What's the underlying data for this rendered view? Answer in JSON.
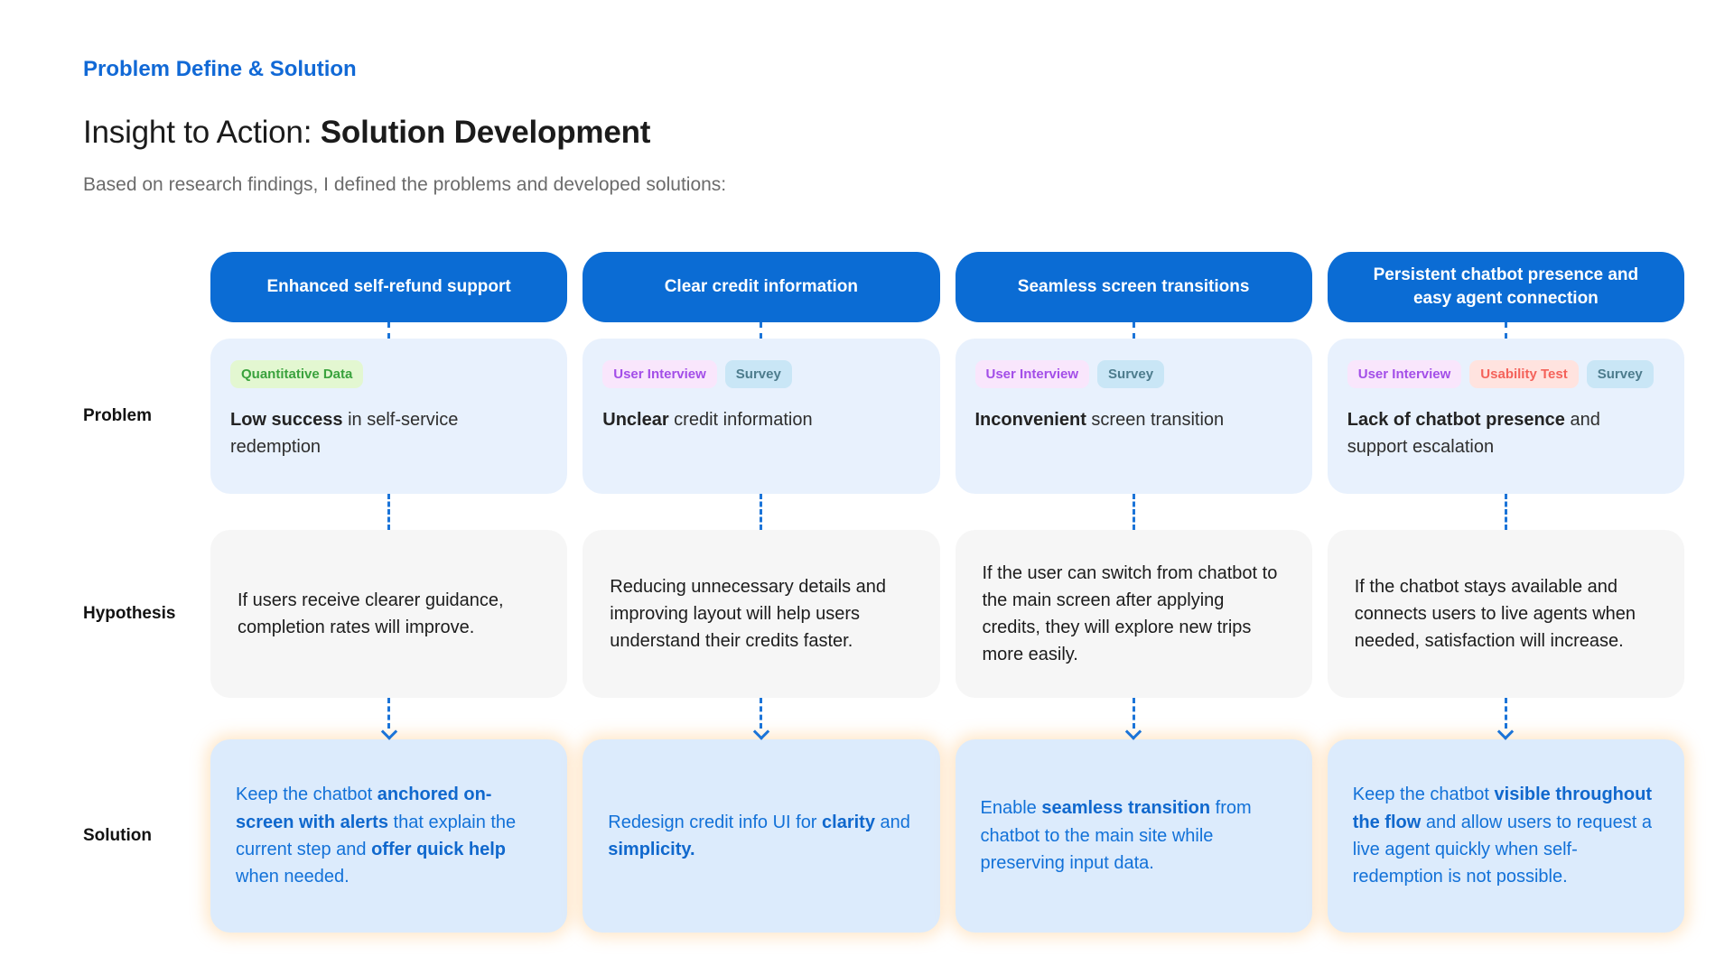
{
  "page": {
    "eyebrow": "Problem Define & Solution",
    "title_regular": "Insight to Action: ",
    "title_bold": "Solution Development",
    "subtitle": "Based on research findings, I defined the problems and developed solutions:"
  },
  "row_labels": {
    "problem": "Problem",
    "hypothesis": "Hypothesis",
    "solution": "Solution"
  },
  "theme": {
    "header_pill_blue": "#0b6cd4",
    "eyebrow_blue": "#1169d6",
    "problem_card_bg": "#e8f1fd",
    "hypothesis_card_bg": "#f6f6f6",
    "solution_card_bg": "#dcebfc",
    "solution_glow": "#ffc47d",
    "solution_text_blue": "#1271d8",
    "connector_blue": "#1b74d8",
    "badge_green": {
      "text": "#3aa23d",
      "bg": "#e3f7d1"
    },
    "badge_purple": {
      "text": "#a34ee8",
      "bg": "#f9e6fc"
    },
    "badge_blue": {
      "text": "#4d7c8d",
      "bg": "#c9e6f6"
    },
    "badge_red": {
      "text": "#f4625a",
      "bg": "#ffe3df"
    }
  },
  "columns": [
    {
      "header": "Enhanced self-refund support",
      "badges": [
        {
          "label": "Quantitative Data",
          "color": "green"
        }
      ],
      "problem": [
        {
          "t": "Low success",
          "b": true
        },
        {
          "t": " in self-service redemption",
          "b": false
        }
      ],
      "hypothesis": "If users receive clearer guidance, completion rates will improve.",
      "solution": [
        {
          "t": "Keep the chatbot ",
          "b": false
        },
        {
          "t": "anchored on-screen with alerts",
          "b": true
        },
        {
          "t": " that explain the current step and ",
          "b": false
        },
        {
          "t": "offer quick help",
          "b": true
        },
        {
          "t": " when needed.",
          "b": false
        }
      ]
    },
    {
      "header": "Clear credit information",
      "badges": [
        {
          "label": "User Interview",
          "color": "purple"
        },
        {
          "label": "Survey",
          "color": "blue"
        }
      ],
      "problem": [
        {
          "t": "Unclear",
          "b": true
        },
        {
          "t": " credit information",
          "b": false
        }
      ],
      "hypothesis": "Reducing unnecessary details and improving layout will help users understand their credits faster.",
      "solution": [
        {
          "t": "Redesign credit info UI for ",
          "b": false
        },
        {
          "t": "clarity",
          "b": true
        },
        {
          "t": " and ",
          "b": false
        },
        {
          "t": "simplicity.",
          "b": true
        }
      ]
    },
    {
      "header": "Seamless screen transitions",
      "badges": [
        {
          "label": "User Interview",
          "color": "purple"
        },
        {
          "label": "Survey",
          "color": "blue"
        }
      ],
      "problem": [
        {
          "t": "Inconvenient",
          "b": true
        },
        {
          "t": " screen transition",
          "b": false
        }
      ],
      "hypothesis": "If the user can switch from chatbot to the main screen after applying credits, they will explore new trips more easily.",
      "solution": [
        {
          "t": "Enable ",
          "b": false
        },
        {
          "t": "seamless transition",
          "b": true
        },
        {
          "t": " from chatbot to the main site while preserving input data.",
          "b": false
        }
      ]
    },
    {
      "header": "Persistent chatbot presence and easy agent connection",
      "badges": [
        {
          "label": "User Interview",
          "color": "purple"
        },
        {
          "label": "Usability Test",
          "color": "red"
        },
        {
          "label": "Survey",
          "color": "blue"
        }
      ],
      "problem": [
        {
          "t": "Lack of chatbot presence",
          "b": true
        },
        {
          "t": " and support escalation",
          "b": false
        }
      ],
      "hypothesis": "If the chatbot stays available and connects users to live agents when needed, satisfaction will increase.",
      "solution": [
        {
          "t": "Keep the chatbot ",
          "b": false
        },
        {
          "t": "visible throughout the flow",
          "b": true
        },
        {
          "t": " and allow users to request a live agent quickly when self-redemption is not possible.",
          "b": false
        }
      ]
    }
  ]
}
